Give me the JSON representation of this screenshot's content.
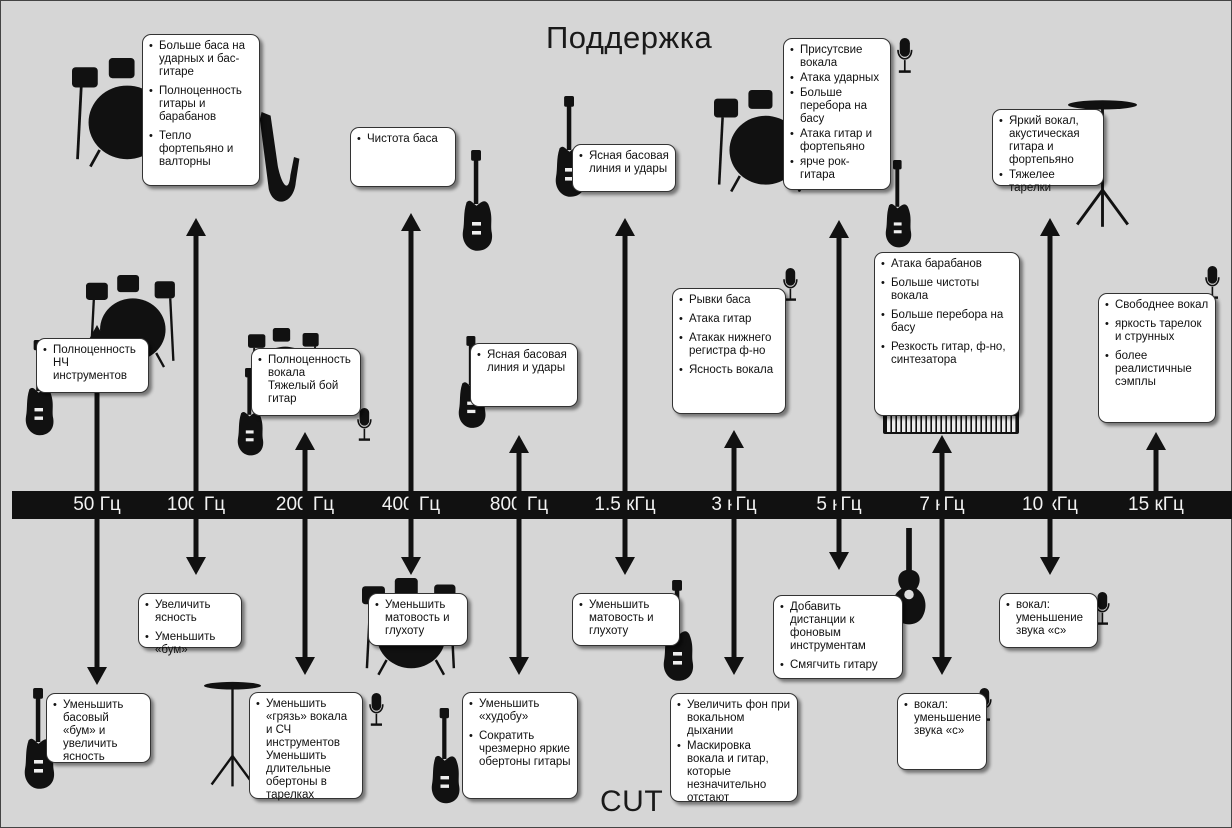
{
  "header": {
    "boost_title": "Поддержка",
    "cut_title": "CUT"
  },
  "frequencies": [
    "50 Гц",
    "100 Гц",
    "200 Гц",
    "400 Гц",
    "800 Гц",
    "1.5 кГц",
    "3 кГц",
    "5 кГц",
    "7 кГц",
    "10 кГц",
    "15 кГц"
  ],
  "colors": {
    "background": "#d6d6d6",
    "bar": "#111111",
    "box": "#ffffff",
    "arrow": "#111111"
  },
  "boost_boxes": [
    {
      "id": "boost-100hz",
      "items": [
        "Больше баса на ударных и бас-гитаре",
        "Полноценность гитары и барабанов",
        "Тепло фортепьяно и валторны"
      ],
      "icons": [
        "drum-kit-icon",
        "saxophone-icon"
      ]
    },
    {
      "id": "boost-50hz",
      "items": [
        "Полноценность НЧ инструментов"
      ],
      "icons": [
        "drum-kit-icon",
        "bass-guitar-icon"
      ]
    },
    {
      "id": "boost-200hz",
      "items": [
        "Полноценность вокала Тяжелый бой гитар"
      ],
      "icons": [
        "drum-kit-icon",
        "bass-guitar-icon",
        "microphone-icon"
      ]
    },
    {
      "id": "boost-400hz",
      "items": [
        "Чистота баса"
      ],
      "icons": [
        "bass-guitar-icon"
      ]
    },
    {
      "id": "boost-800hz",
      "items": [
        "Ясная басовая линия и удары"
      ],
      "icons": [
        "bass-guitar-icon"
      ]
    },
    {
      "id": "boost-1-5khz",
      "items": [
        "Ясная басовая линия и удары"
      ],
      "icons": [
        "bass-guitar-icon"
      ]
    },
    {
      "id": "boost-3khz",
      "items": [
        "Рывки баса",
        "Атака гитар",
        "Атакак нижнего регистра ф-но",
        "Ясность вокала"
      ],
      "icons": [
        "microphone-icon"
      ]
    },
    {
      "id": "boost-5khz",
      "items": [
        "Присутсвие вокала",
        "Атака ударных",
        "Больше перебора на басу",
        "Атака гитар и фортепьяно",
        "ярче рок-гитара"
      ],
      "icons": [
        "drum-kit-icon",
        "microphone-icon",
        "bass-guitar-icon"
      ]
    },
    {
      "id": "boost-7khz",
      "items": [
        "Атака барабанов",
        "Больше чистоты вокала",
        "Больше перебора на басу",
        "Резкость гитар, ф-но, синтезатора"
      ],
      "icons": [
        "synthesizer-icon"
      ]
    },
    {
      "id": "boost-10khz",
      "items": [
        "Яркий вокал, акустическая гитара и фортепьяно",
        "Тяжелее тарелки"
      ],
      "icons": [
        "cymbal-icon"
      ]
    },
    {
      "id": "boost-15khz",
      "items": [
        "Свободнее вокал",
        "яркость тарелок и струнных",
        "более реалистичные сэмплы"
      ],
      "icons": [
        "microphone-icon"
      ]
    }
  ],
  "cut_boxes": [
    {
      "id": "cut-50hz",
      "items": [
        "Уменьшить басовый «бум» и увеличить ясность"
      ],
      "icons": [
        "bass-guitar-icon"
      ]
    },
    {
      "id": "cut-100hz",
      "items": [
        "Увеличить ясность",
        "Уменьшить «бум»"
      ],
      "icons": []
    },
    {
      "id": "cut-200hz",
      "items": [
        "Уменьшить «грязь» вокала и СЧ инструментов Уменьшить длительные обертоны в тарелках"
      ],
      "icons": [
        "cymbal-icon",
        "microphone-icon"
      ]
    },
    {
      "id": "cut-400hz",
      "items": [
        "Уменьшить матовость и глухоту"
      ],
      "icons": [
        "drum-kit-icon"
      ]
    },
    {
      "id": "cut-800hz",
      "items": [
        "Уменьшить «худобу»",
        "Сократить чрезмерно яркие обертоны гитары"
      ],
      "icons": [
        "bass-guitar-icon"
      ]
    },
    {
      "id": "cut-1-5khz",
      "items": [
        "Уменьшить матовость и глухоту"
      ],
      "icons": [
        "bass-guitar-icon"
      ]
    },
    {
      "id": "cut-3khz",
      "items": [
        "Увеличить фон при вокальном дыхании",
        "Маскировка вокала и гитар, которые незначительно отстают"
      ],
      "icons": [
        "microphone-icon"
      ]
    },
    {
      "id": "cut-5khz",
      "items": [
        "Добавить дистанции к фоновым инструментам",
        "Смягчить гитару"
      ],
      "icons": [
        "acoustic-guitar-icon"
      ]
    },
    {
      "id": "cut-7khz",
      "items": [
        "вокал: уменьшение звука «с»"
      ],
      "icons": [
        "microphone-icon"
      ]
    },
    {
      "id": "cut-10khz",
      "items": [
        "вокал: уменьшение звука «с»"
      ],
      "icons": [
        "microphone-icon"
      ]
    }
  ]
}
